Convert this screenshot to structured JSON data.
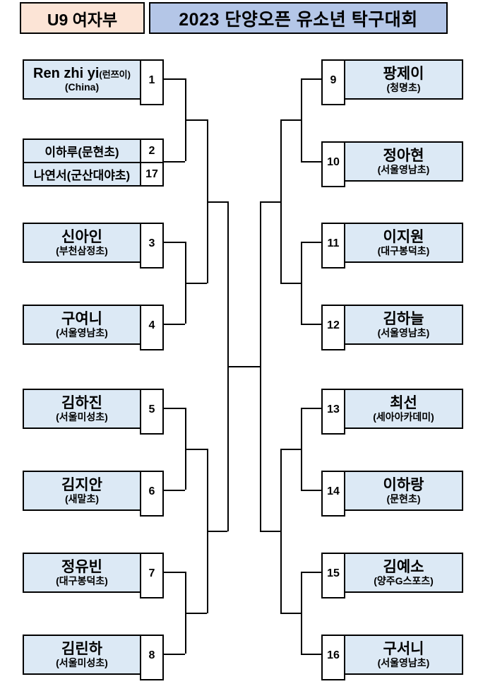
{
  "header": {
    "division": "U9 여자부",
    "title": "2023 단양오픈 유소년 탁구대회"
  },
  "colors": {
    "division_bg": "#fce4d6",
    "title_bg": "#b4c6e7",
    "entry_bg": "#dce9f5",
    "number_bg": "#ffffff",
    "border_and_lines": "#000000",
    "text": "#000000"
  },
  "bracket": {
    "left": [
      {
        "seed": "1",
        "name": "Ren zhi yi",
        "name_note": "(런쯔이)",
        "school": "(China)"
      },
      {
        "seed": "2",
        "text": "이하루(문현초)"
      },
      {
        "seed": "17",
        "text": "나연서(군산대야초)"
      },
      {
        "seed": "3",
        "name": "신아인",
        "school": "(부천삼정초)"
      },
      {
        "seed": "4",
        "name": "구여니",
        "school": "(서울영남초)"
      },
      {
        "seed": "5",
        "name": "김하진",
        "school": "(서울미성초)"
      },
      {
        "seed": "6",
        "name": "김지안",
        "school": "(새말초)"
      },
      {
        "seed": "7",
        "name": "정유빈",
        "school": "(대구봉덕초)"
      },
      {
        "seed": "8",
        "name": "김린하",
        "school": "(서울미성초)"
      }
    ],
    "right": [
      {
        "seed": "9",
        "name": "팡제이",
        "school": "(청명초)"
      },
      {
        "seed": "10",
        "name": "정아현",
        "school": "(서울영남초)"
      },
      {
        "seed": "11",
        "name": "이지원",
        "school": "(대구봉덕초)"
      },
      {
        "seed": "12",
        "name": "김하늘",
        "school": "(서울영남초)"
      },
      {
        "seed": "13",
        "name": "최선",
        "school": "(세아아카데미)"
      },
      {
        "seed": "14",
        "name": "이하랑",
        "school": "(문현초)"
      },
      {
        "seed": "15",
        "name": "김예소",
        "school": "(양주G스포츠)"
      },
      {
        "seed": "16",
        "name": "구서니",
        "school": "(서울영남초)"
      }
    ]
  }
}
